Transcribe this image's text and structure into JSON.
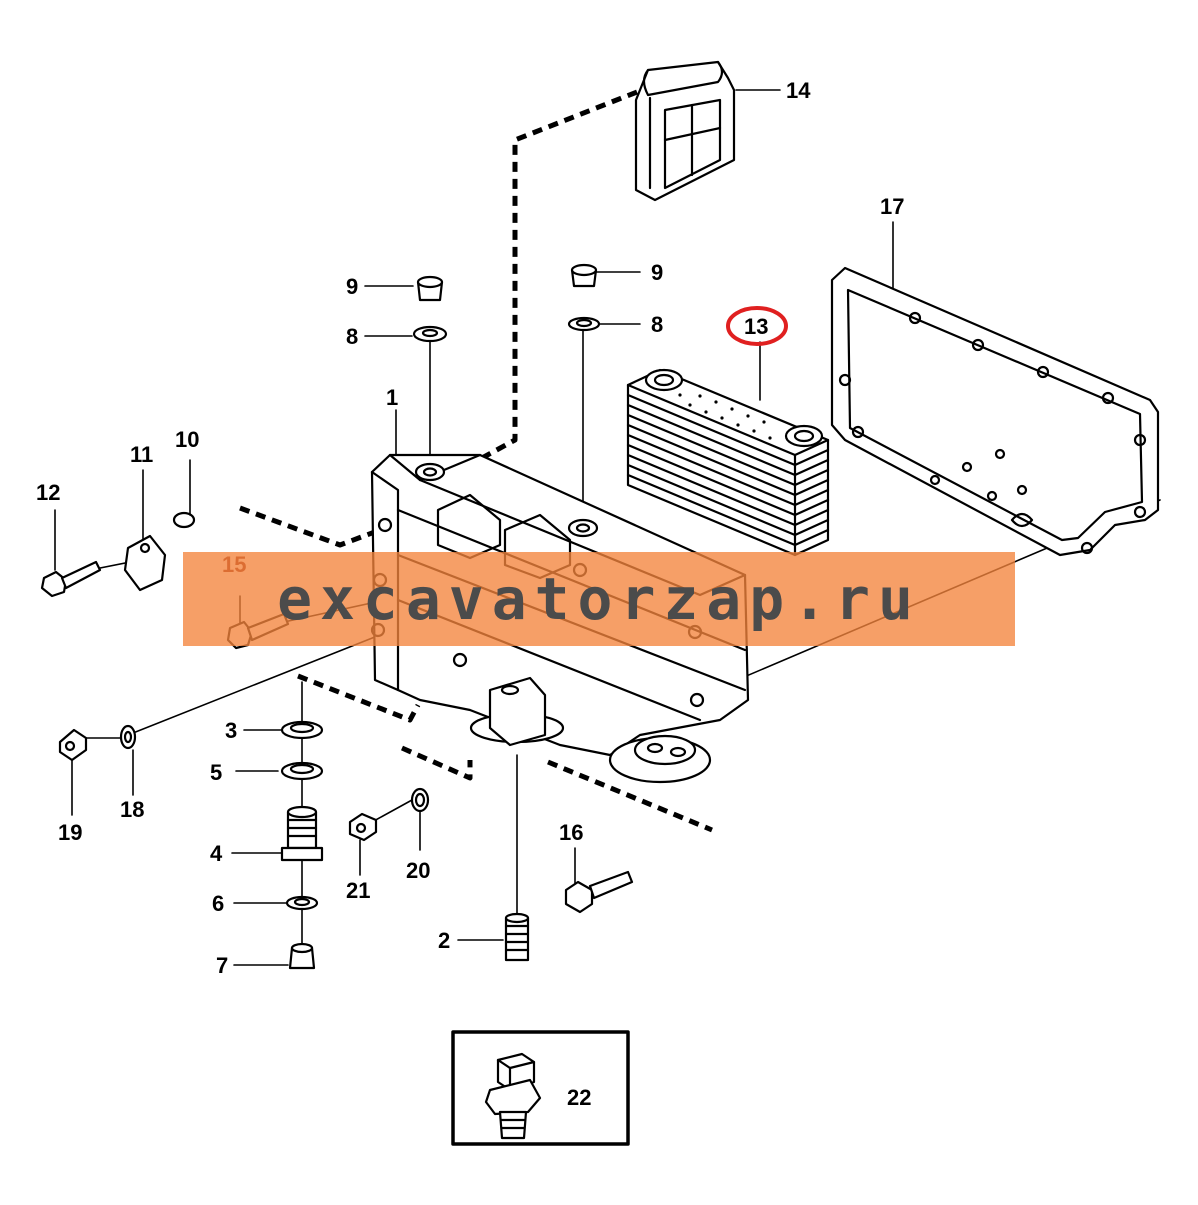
{
  "callouts": {
    "c1": "1",
    "c2": "2",
    "c3": "3",
    "c4": "4",
    "c5": "5",
    "c6": "6",
    "c7": "7",
    "c8a": "8",
    "c8b": "8",
    "c9a": "9",
    "c9b": "9",
    "c10": "10",
    "c11": "11",
    "c12": "12",
    "c13": "13",
    "c14": "14",
    "c15": "15",
    "c16": "16",
    "c17": "17",
    "c18": "18",
    "c19": "19",
    "c20": "20",
    "c21": "21",
    "c22": "22"
  },
  "highlight": {
    "part": "13",
    "ring_color": "#e02020"
  },
  "watermark": {
    "text": "excavatorzap.ru",
    "band_color": "#f4843c"
  }
}
